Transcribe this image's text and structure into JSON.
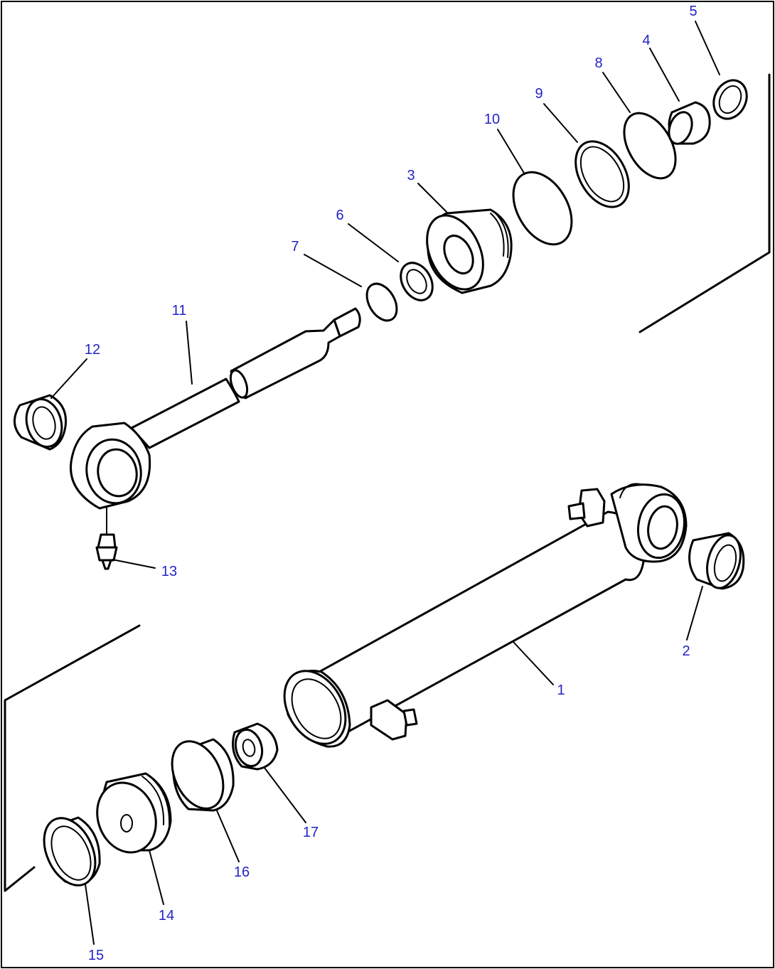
{
  "accent_color": "#2323c8",
  "callouts": {
    "c1": "1",
    "c2": "2",
    "c3": "3",
    "c4": "4",
    "c5": "5",
    "c6": "6",
    "c7": "7",
    "c8": "8",
    "c9": "9",
    "c10": "10",
    "c11": "11",
    "c12": "12",
    "c13": "13",
    "c14": "14",
    "c15": "15",
    "c16": "16",
    "c17": "17"
  }
}
